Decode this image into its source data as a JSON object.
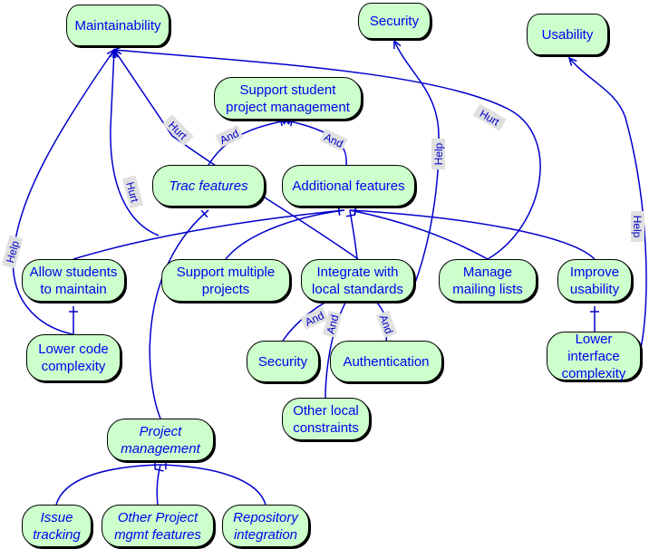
{
  "colors": {
    "node_fill": "#ccffcc",
    "node_border": "#000000",
    "text": "#0000ee",
    "edge": "#0000cc",
    "label_bg": "#e0e0e0"
  },
  "nodes": [
    {
      "id": "maintainability",
      "label": "Maintainability",
      "kind": "softgoal"
    },
    {
      "id": "security_goal",
      "label": "Security",
      "kind": "softgoal"
    },
    {
      "id": "usability",
      "label": "Usability",
      "kind": "softgoal"
    },
    {
      "id": "support_student",
      "label": "Support student\nproject management",
      "kind": "task"
    },
    {
      "id": "trac_features",
      "label": "Trac features",
      "kind": "task",
      "italic": true
    },
    {
      "id": "additional_features",
      "label": "Additional features",
      "kind": "task"
    },
    {
      "id": "allow_students",
      "label": "Allow students\nto maintain",
      "kind": "task"
    },
    {
      "id": "support_multiple",
      "label": "Support multiple\nprojects",
      "kind": "task"
    },
    {
      "id": "integrate",
      "label": "Integrate with\nlocal standards",
      "kind": "task"
    },
    {
      "id": "manage_mailing",
      "label": "Manage\nmailing lists",
      "kind": "task"
    },
    {
      "id": "improve_usability",
      "label": "Improve\nusability",
      "kind": "task"
    },
    {
      "id": "lower_code",
      "label": "Lower code\ncomplexity",
      "kind": "task"
    },
    {
      "id": "security_task",
      "label": "Security",
      "kind": "task"
    },
    {
      "id": "authentication",
      "label": "Authentication",
      "kind": "task"
    },
    {
      "id": "lower_interface",
      "label": "Lower\ninterface\ncomplexity",
      "kind": "task"
    },
    {
      "id": "other_local",
      "label": "Other local\nconstraints",
      "kind": "task"
    },
    {
      "id": "project_mgmt",
      "label": "Project\nmanagement",
      "kind": "task",
      "italic": true
    },
    {
      "id": "issue_tracking",
      "label": "Issue\ntracking",
      "kind": "task",
      "italic": true
    },
    {
      "id": "other_pm",
      "label": "Other Project\nmgmt features",
      "kind": "task",
      "italic": true
    },
    {
      "id": "repo_integration",
      "label": "Repository\nintegration",
      "kind": "task",
      "italic": true
    }
  ],
  "edges": [
    {
      "id": "trac-and",
      "from": "trac_features",
      "to": "support_student",
      "type": "decomposition",
      "label": "And"
    },
    {
      "id": "additional-and",
      "from": "additional_features",
      "to": "support_student",
      "type": "decomposition",
      "label": "And"
    },
    {
      "id": "trac-hurt-maint",
      "from": "trac_features",
      "to": "maintainability",
      "type": "contribution",
      "label": "Hurt"
    },
    {
      "id": "integrate-hurt-maint",
      "from": "integrate",
      "to": "maintainability",
      "type": "contribution",
      "label": "Hurt"
    },
    {
      "id": "manage-hurt-maint",
      "from": "manage_mailing",
      "to": "maintainability",
      "type": "contribution",
      "label": "Hurt"
    },
    {
      "id": "lower-code-help-maint",
      "from": "lower_code",
      "to": "maintainability",
      "type": "contribution",
      "label": "Help"
    },
    {
      "id": "integrate-help-security",
      "from": "integrate",
      "to": "security_goal",
      "type": "contribution",
      "label": "Help"
    },
    {
      "id": "lower-interface-help-usability",
      "from": "lower_interface",
      "to": "usability",
      "type": "contribution",
      "label": "Help"
    },
    {
      "id": "security-and",
      "from": "security_task",
      "to": "integrate",
      "type": "decomposition",
      "label": "And"
    },
    {
      "id": "other-local-and",
      "from": "other_local",
      "to": "integrate",
      "type": "decomposition",
      "label": "And"
    },
    {
      "id": "auth-and",
      "from": "authentication",
      "to": "integrate",
      "type": "decomposition",
      "label": "And"
    },
    {
      "id": "allow-means",
      "from": "allow_students",
      "to": "additional_features",
      "type": "means-end",
      "label": ""
    },
    {
      "id": "multiple-means",
      "from": "support_multiple",
      "to": "additional_features",
      "type": "means-end",
      "label": ""
    },
    {
      "id": "integrate-means",
      "from": "integrate",
      "to": "additional_features",
      "type": "means-end",
      "label": ""
    },
    {
      "id": "manage-means",
      "from": "manage_mailing",
      "to": "additional_features",
      "type": "means-end",
      "label": ""
    },
    {
      "id": "improve-means",
      "from": "improve_usability",
      "to": "additional_features",
      "type": "means-end",
      "label": ""
    },
    {
      "id": "lower-code-means",
      "from": "lower_code",
      "to": "allow_students",
      "type": "means-end",
      "label": ""
    },
    {
      "id": "lower-interface-means",
      "from": "lower_interface",
      "to": "improve_usability",
      "type": "means-end",
      "label": ""
    },
    {
      "id": "pm-means",
      "from": "project_mgmt",
      "to": "trac_features",
      "type": "means-end",
      "label": ""
    },
    {
      "id": "issue-means",
      "from": "issue_tracking",
      "to": "project_mgmt",
      "type": "means-end",
      "label": ""
    },
    {
      "id": "otherpm-means",
      "from": "other_pm",
      "to": "project_mgmt",
      "type": "means-end",
      "label": ""
    },
    {
      "id": "repo-means",
      "from": "repo_integration",
      "to": "project_mgmt",
      "type": "means-end",
      "label": ""
    }
  ]
}
